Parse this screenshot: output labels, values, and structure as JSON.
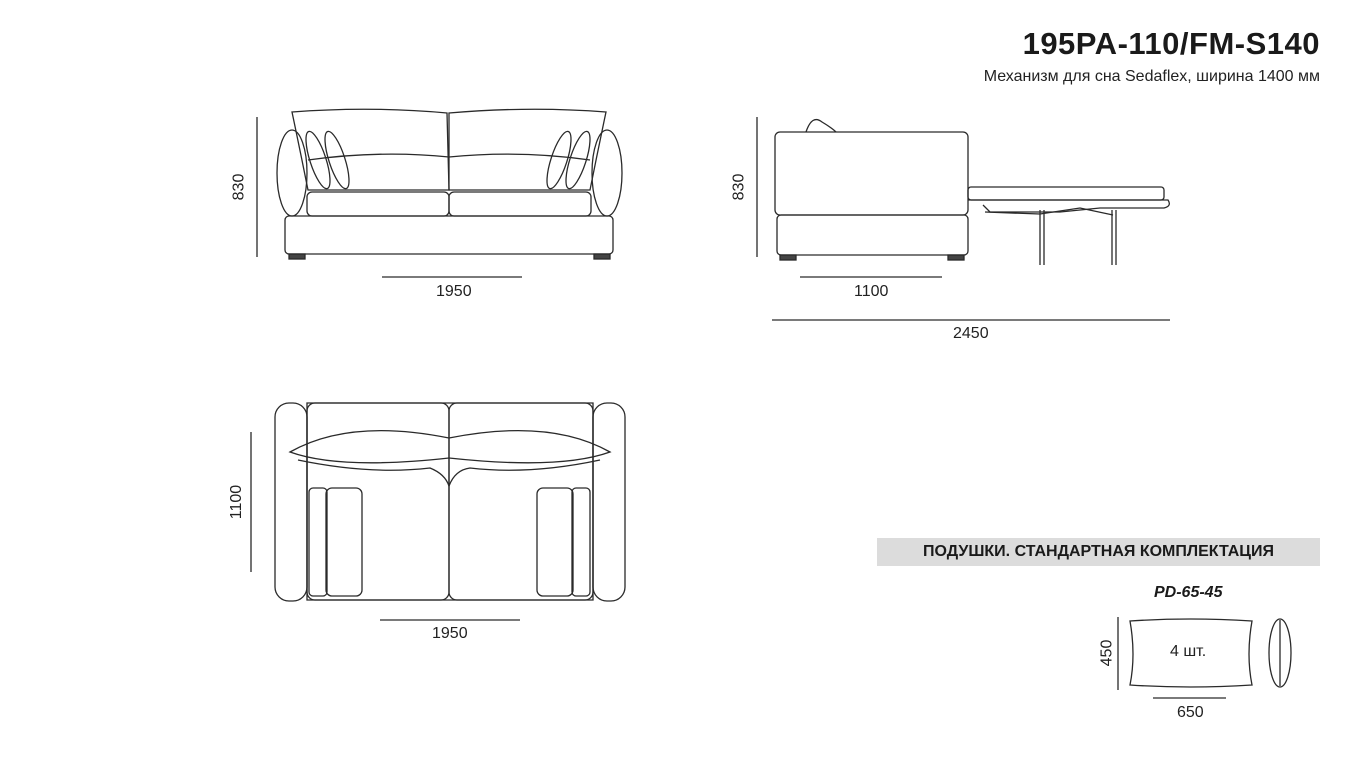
{
  "header": {
    "model": "195PA-110/FM-S140",
    "description": "Механизм для сна Sedaflex, ширина 1400 мм"
  },
  "front_view": {
    "height": "830",
    "width": "1950"
  },
  "side_view": {
    "height": "830",
    "depth": "1100",
    "unfolded_length": "2450"
  },
  "top_view": {
    "depth": "1100",
    "width": "1950"
  },
  "pillows": {
    "section_title": "ПОДУШКИ. СТАНДАРТНАЯ КОМПЛЕКТАЦИЯ",
    "code": "PD-65-45",
    "quantity": "4 шт.",
    "height": "450",
    "width": "650"
  }
}
